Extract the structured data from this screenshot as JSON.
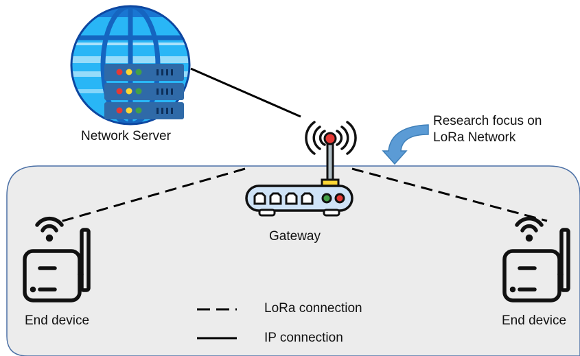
{
  "diagram": {
    "nodes": {
      "network_server": "Network Server",
      "gateway": "Gateway",
      "end_device_left": "End device",
      "end_device_right": "End device"
    },
    "annotation": {
      "line1": "Research focus on",
      "line2": "LoRa Network"
    },
    "legend": {
      "lora": "LoRa connection",
      "ip": "IP connection"
    }
  },
  "colors": {
    "region_fill": "#ececec",
    "region_border": "#4a6fa5",
    "arrow": "#5b9bd5",
    "globe_light": "#29b6f6",
    "globe_dark": "#1565c0",
    "server": "#2f6aa8",
    "led_red": "#e53935",
    "led_yellow": "#fdd835",
    "led_green": "#43a047"
  },
  "icons": [
    "globe-icon",
    "server-rack-icon",
    "router-icon",
    "wifi-signal-icon",
    "iot-device-icon",
    "curved-arrow-icon"
  ]
}
